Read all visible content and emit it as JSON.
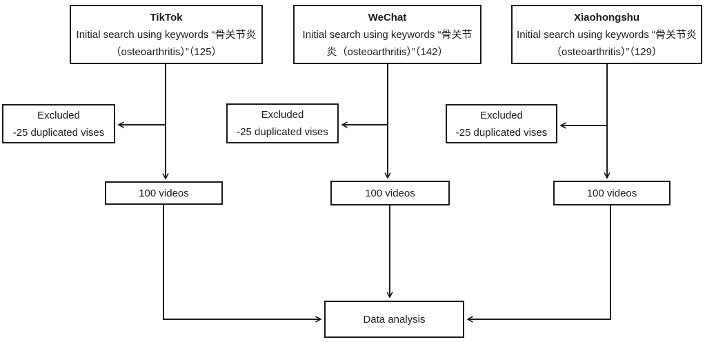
{
  "flow": {
    "line_color": "#1a1a1a",
    "columns": [
      {
        "id": "tiktok",
        "title": "TikTok",
        "search_text": "Initial search using keywords “骨关节炎（osteoarthritis）”（125）",
        "excluded_title": "Excluded",
        "excluded_reason": "-25 duplicated vises",
        "videos_label": "100 videos"
      },
      {
        "id": "wechat",
        "title": "WeChat",
        "search_text": "Initial search using keywords “骨关节炎（osteoarthritis）”（142）",
        "excluded_title": "Excluded",
        "excluded_reason": "-25 duplicated vises",
        "videos_label": "100 videos"
      },
      {
        "id": "xiaohongshu",
        "title": "Xiaohongshu",
        "search_text": "Initial search using keywords “骨关节炎（osteoarthritis）”（129）",
        "excluded_title": "Excluded",
        "excluded_reason": "-25 duplicated vises",
        "videos_label": "100 videos"
      }
    ],
    "final_label": "Data analysis"
  }
}
